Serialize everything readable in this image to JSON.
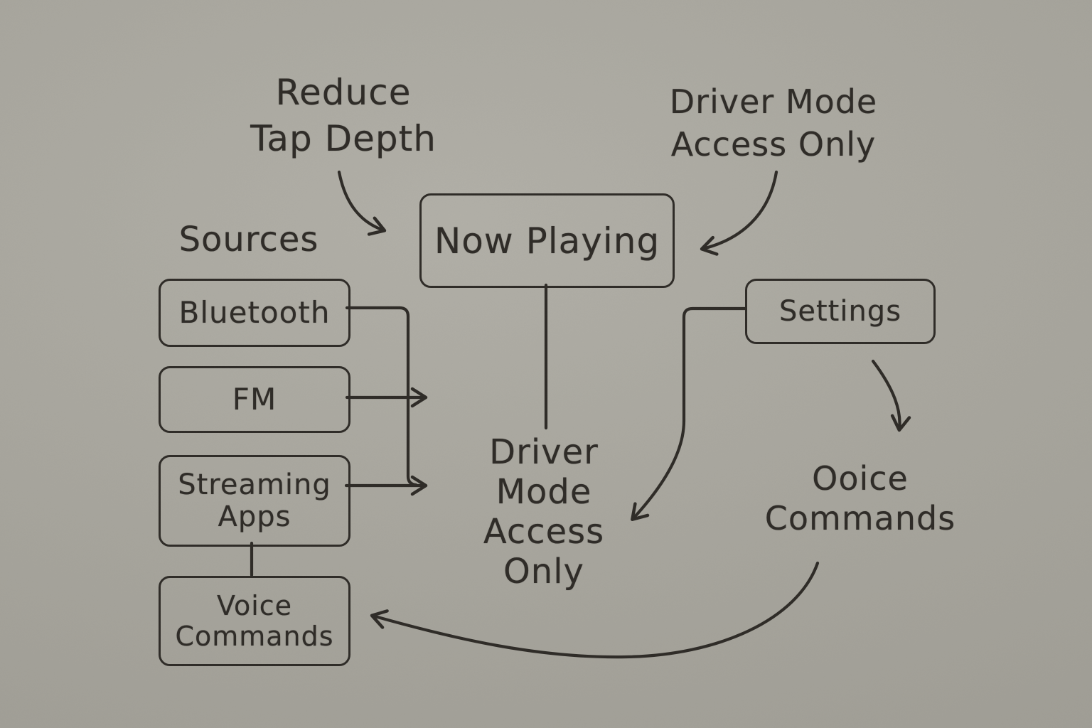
{
  "page": {
    "background_color": "#a8a69e",
    "ink_color": "#2e2b27"
  },
  "annotations": {
    "reduce_tap_depth": {
      "line1": "Reduce",
      "line2": "Tap Depth"
    },
    "driver_mode_access_top": {
      "line1": "Driver Mode",
      "line2": "Access Only"
    },
    "sources": {
      "label": "Sources"
    },
    "driver_mode_access_mid": {
      "line1": "Driver",
      "line2": "Mode",
      "line3": "Access",
      "line4": "Only"
    },
    "ooice_commands": {
      "line1": "Ooice",
      "line2": "Commands"
    }
  },
  "nodes": {
    "now_playing": {
      "label": "Now Playing"
    },
    "settings": {
      "label": "Settings"
    },
    "bluetooth": {
      "label": "Bluetooth"
    },
    "fm": {
      "label": "FM"
    },
    "streaming_apps": {
      "line1": "Streaming",
      "line2": "Apps"
    },
    "voice_commands": {
      "line1": "Voice",
      "line2": "Commands"
    }
  },
  "connections": [
    {
      "from": "reduce-tap-depth-note",
      "to": "now-playing",
      "style": "curved-arrow"
    },
    {
      "from": "driver-mode-access-only-top-note",
      "to": "now-playing",
      "style": "curved-arrow"
    },
    {
      "from": "now-playing",
      "to": "driver-mode-access-only-mid-note",
      "style": "straight-line"
    },
    {
      "from": "bluetooth",
      "to": "streaming-apps-arrow-junction",
      "style": "elbow-line"
    },
    {
      "from": "fm",
      "to": "driver-mode-access-only-mid-note",
      "style": "arrow"
    },
    {
      "from": "streaming-apps",
      "to": "driver-mode-access-only-mid-note",
      "style": "arrow"
    },
    {
      "from": "streaming-apps",
      "to": "voice-commands",
      "style": "straight-line"
    },
    {
      "from": "settings",
      "to": "driver-mode-access-only-mid-note",
      "style": "elbow-curved-arrow"
    },
    {
      "from": "settings",
      "to": "ooice-commands-note",
      "style": "curved-arrow"
    },
    {
      "from": "ooice-commands-note",
      "to": "voice-commands",
      "style": "curved-arrow"
    }
  ]
}
